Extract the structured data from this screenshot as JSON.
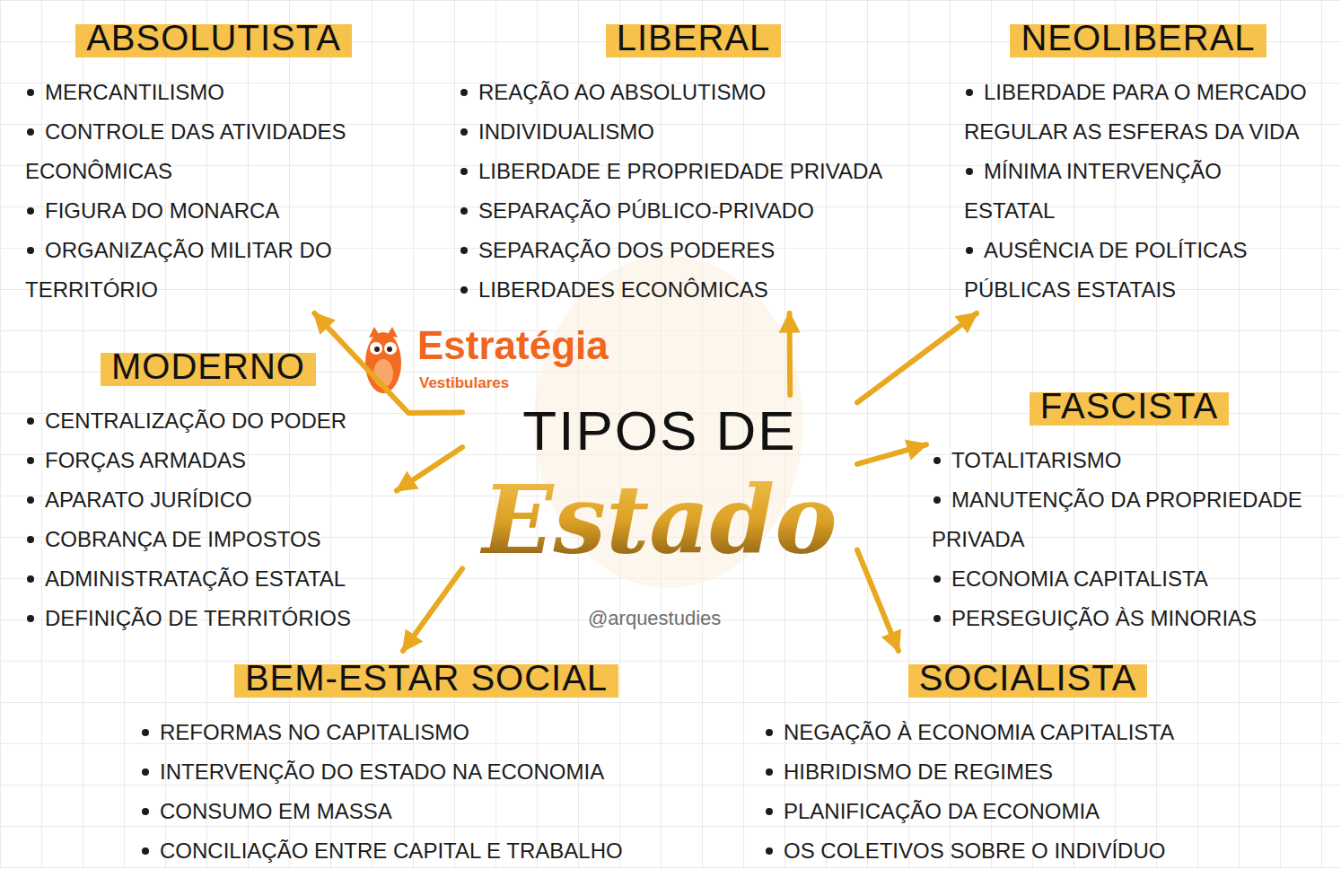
{
  "diagram": {
    "nodes": [
      {
        "text": [
          "ABSOLUTISTA",
          "MERCANTILISMO",
          "CONTROLE DAS ATIVIDADES ECONÔMICAS",
          "FIGURA DO MONARCA",
          "ORGANIZAÇÃO MILITAR DO TERRITÓRIO"
        ]
      },
      {
        "text": [
          "LIBERAL",
          "REAÇÃO AO ABSOLUTISMO",
          "INDIVIDUALISMO",
          "LIBERDADE E PROPRIEDADE PRIVADA",
          "SEPARAÇÃO PÚBLICO-PRIVADO",
          "SEPARAÇÃO DOS PODERES",
          "LIBERDADES ECONÔMICAS"
        ]
      },
      {
        "text": [
          "NEOLIBERAL",
          "LIBERDADE PARA O MERCADO REGULAR AS ESFERAS DA VIDA",
          "MÍNIMA INTERVENÇÃO ESTATAL",
          "AUSÊNCIA DE POLÍTICAS PÚBLICAS ESTATAIS"
        ]
      },
      {
        "text": [
          "MODERNO",
          "CENTRALIZAÇÃO DO PODER",
          "FORÇAS ARMADAS",
          "APARATO JURÍDICO",
          "COBRANÇA DE IMPOSTOS",
          "ADMINISTRATAÇÃO ESTATAL",
          "DEFINIÇÃO DE TERRITÓRIOS"
        ]
      },
      {
        "text": [
          "TIPOS DE",
          "Estado"
        ]
      },
      {
        "text": [
          "FASCISTA",
          "TOTALITARISMO",
          "MANUTENÇÃO DA PROPRIEDADE PRIVADA",
          "ECONOMIA CAPITALISTA",
          "PERSEGUIÇÃO ÀS MINORIAS"
        ]
      },
      {
        "text": [
          "BEM-ESTAR SOCIAL",
          "REFORMAS NO CAPITALISMO",
          "INTERVENÇÃO DO ESTADO NA ECONOMIA",
          "CONSUMO EM MASSA",
          "CONCILIAÇÃO ENTRE CAPITAL E TRABALHO"
        ]
      },
      {
        "text": [
          "SOCIALISTA",
          "NEGAÇÃO À ECONOMIA CAPITALISTA",
          "HIBRIDISMO DE REGIMES",
          "PLANIFICAÇÃO DA ECONOMIA",
          "OS COLETIVOS SOBRE O INDIVÍDUO"
        ]
      }
    ],
    "edges": [
      {
        "from": 4,
        "to": 0,
        "arrow": "to"
      },
      {
        "from": 4,
        "to": 1,
        "arrow": "to"
      },
      {
        "from": 4,
        "to": 2,
        "arrow": "to"
      },
      {
        "from": 4,
        "to": 3,
        "arrow": "to"
      },
      {
        "from": 4,
        "to": 5,
        "arrow": "to"
      },
      {
        "from": 4,
        "to": 6,
        "arrow": "to"
      },
      {
        "from": 4,
        "to": 7,
        "arrow": "to"
      }
    ],
    "labels": [
      "Estratégia",
      "Vestibulares",
      "@arquestudies"
    ]
  }
}
